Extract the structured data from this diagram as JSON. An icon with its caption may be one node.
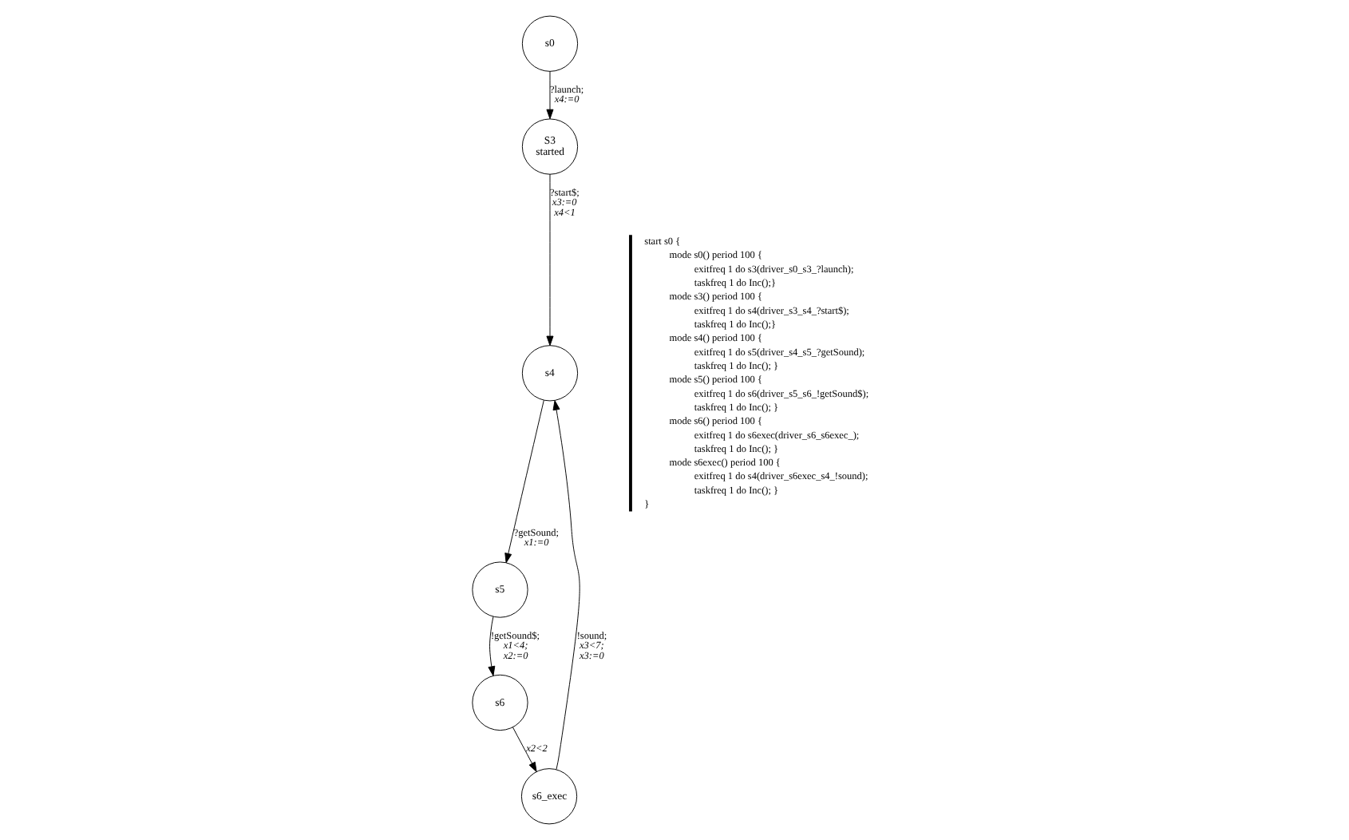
{
  "diagram": {
    "nodes": [
      {
        "text": [
          "s0"
        ]
      },
      {
        "text": [
          "S3",
          "started"
        ]
      },
      {
        "text": [
          "s4"
        ]
      },
      {
        "text": [
          "s5"
        ]
      },
      {
        "text": [
          "s6"
        ]
      },
      {
        "text": [
          "s6_exec"
        ]
      }
    ],
    "edges": [
      {
        "from": 0,
        "to": 1,
        "arrow": "to",
        "label": "?launch; *x4:=0*"
      },
      {
        "from": 1,
        "to": 2,
        "arrow": "to",
        "label": "?start$; *x3:=0* *x4<1*"
      },
      {
        "from": 2,
        "to": 3,
        "arrow": "to",
        "label": "?getSound; *x1:=0*"
      },
      {
        "from": 3,
        "to": 4,
        "arrow": "to",
        "label": "!getSound$; *x1<4;* *x2:=0*"
      },
      {
        "from": 4,
        "to": 5,
        "arrow": "to",
        "label": "*x2<2*"
      },
      {
        "from": 5,
        "to": 2,
        "arrow": "to",
        "label": "!sound; *x3<7;* *x3:=0*"
      }
    ],
    "labels": [
      "start s0 {",
      "mode s0() period 100 {",
      "exitfreq 1 do s3(driver_s0_s3_?launch);",
      "taskfreq 1 do Inc();}",
      "mode s3() period 100 {",
      "exitfreq 1 do s4(driver_s3_s4_?start$);",
      "taskfreq 1 do Inc();}",
      "mode s4() period 100 {",
      "exitfreq 1 do s5(driver_s4_s5_?getSound);",
      "taskfreq 1 do Inc(); }",
      "mode s5() period 100 {",
      "exitfreq 1 do s6(driver_s5_s6_!getSound$);",
      "taskfreq 1 do Inc(); }",
      "mode s6() period 100 {",
      "exitfreq 1 do s6exec(driver_s6_s6exec_);",
      "taskfreq 1 do Inc(); }",
      "mode s6exec() period 100 {",
      "exitfreq 1 do s4(driver_s6exec_s4_!sound);",
      "taskfreq 1 do Inc(); }",
      "}"
    ]
  }
}
